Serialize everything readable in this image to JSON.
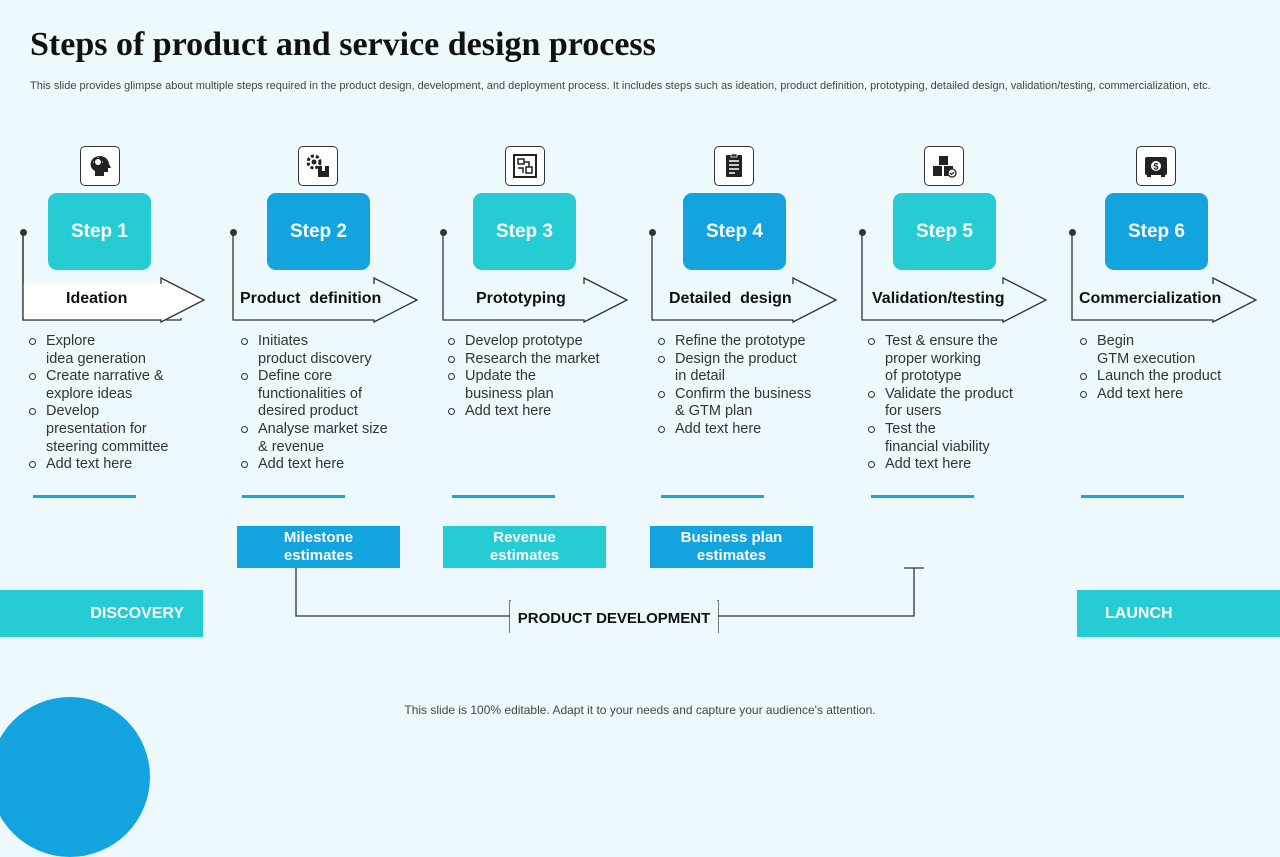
{
  "slide": {
    "title": "Steps of product and service design process",
    "subtitle": "This slide provides glimpse about multiple steps required in the product design, development, and deployment process. It includes steps such as ideation, product definition, prototyping, detailed design, validation/testing, commercialization, etc.",
    "footer": "This slide is 100% editable. Adapt it to your needs and capture your audience's attention."
  },
  "steps": [
    {
      "label": "Step 1",
      "name": "Ideation",
      "icon": "idea-head-icon",
      "bullets": [
        "Explore\nidea generation",
        "Create narrative &\nexplore ideas",
        "Develop\npresentation for\nsteering committee",
        "Add text here"
      ]
    },
    {
      "label": "Step 2",
      "name": "Product  definition",
      "icon": "gear-product-icon",
      "bullets": [
        "Initiates\nproduct discovery",
        "Define core\nfunctionalities of\ndesired product",
        "Analyse market size\n& revenue",
        "Add text here"
      ]
    },
    {
      "label": "Step 3",
      "name": "Prototyping",
      "icon": "blueprint-icon",
      "bullets": [
        "Develop prototype",
        "Research the market",
        "Update the\nbusiness plan",
        "Add text here"
      ]
    },
    {
      "label": "Step 4",
      "name": "Detailed  design",
      "icon": "document-list-icon",
      "bullets": [
        "Refine the prototype",
        "Design the product\nin detail",
        "Confirm the business\n& GTM plan",
        "Add text here"
      ]
    },
    {
      "label": "Step 5",
      "name": "Validation/testing",
      "icon": "boxes-check-icon",
      "bullets": [
        "Test & ensure the\nproper working\nof prototype",
        "Validate the product\nfor users",
        "Test the\nfinancial viability",
        "Add text here"
      ]
    },
    {
      "label": "Step 6",
      "name": "Commercialization",
      "icon": "money-safe-icon",
      "bullets": [
        "Begin\nGTM execution",
        "Launch the product",
        "Add text here"
      ]
    }
  ],
  "estimates": [
    "Milestone\nestimates",
    "Revenue\nestimates",
    "Business plan\nestimates"
  ],
  "phases": {
    "discovery": "DISCOVERY",
    "development": "PRODUCT DEVELOPMENT",
    "launch": "LAUNCH"
  },
  "colors": {
    "teal": "#26ccd4",
    "blue": "#13a3df",
    "background": "#eef9fd"
  }
}
